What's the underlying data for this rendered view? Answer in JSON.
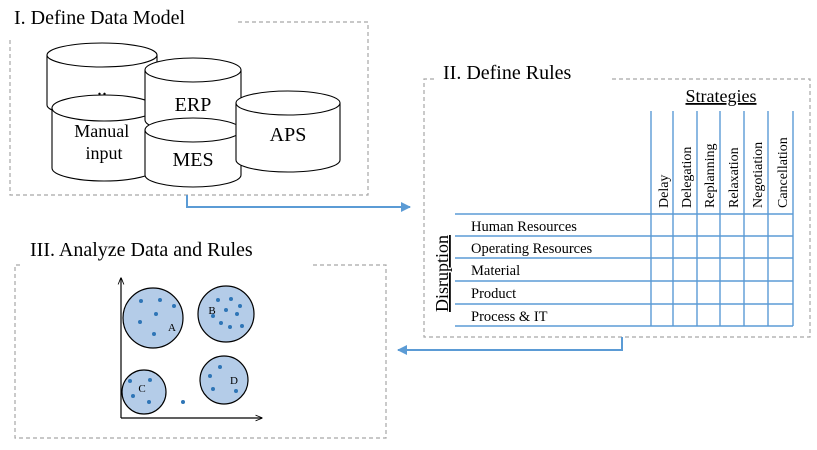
{
  "step1": {
    "title": "I. Define Data Model",
    "databases": [
      "..",
      "ERP",
      "Manual input",
      "MES",
      "APS"
    ]
  },
  "step2": {
    "title": "II. Define Rules",
    "matrix": {
      "column_header": "Strategies",
      "row_header": "Disruption",
      "strategies": [
        "Delay",
        "Delegation",
        "Replanning",
        "Relaxation",
        "Negotiation",
        "Cancellation"
      ],
      "disruptions": [
        "Human Resources",
        "Operating Resources",
        "Material",
        "Product",
        "Process & IT"
      ]
    }
  },
  "step3": {
    "title": "III. Analyze Data and Rules",
    "clusters": [
      "A",
      "B",
      "C",
      "D"
    ]
  },
  "colors": {
    "blue_line": "#5b9bd5",
    "cluster_fill": "#b4cce8",
    "dot": "#2e75b6",
    "dashed_border": "#a6a6a6"
  }
}
